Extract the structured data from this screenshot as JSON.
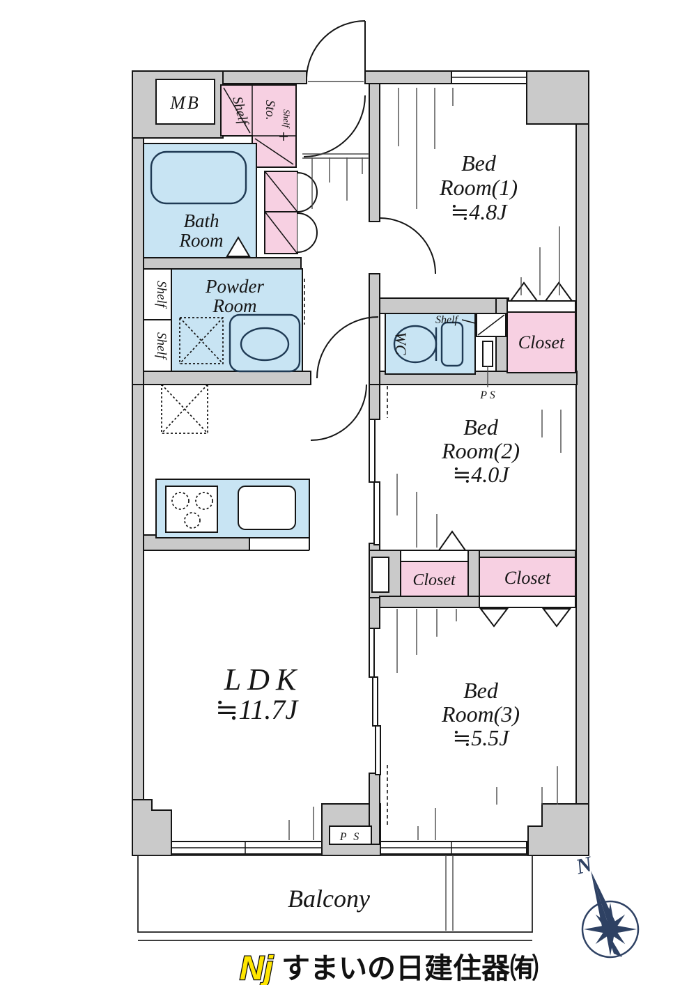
{
  "plan": {
    "mb": "MB",
    "storage": {
      "shelf": "Shelf",
      "sto": "Sto.",
      "shelf_small": "Shelf"
    },
    "bath": {
      "line1": "Bath",
      "line2": "Room"
    },
    "powder": {
      "line1": "Powder",
      "line2": "Room"
    },
    "shelf_col": {
      "top": "Shelf",
      "bottom": "Shelf"
    },
    "wc": {
      "label": "WC",
      "shelf": "Shelf"
    },
    "closet1": "Closet",
    "ps_upper": "P S",
    "bed1": {
      "line1": "Bed",
      "line2": "Room(1)",
      "line3": "≒4.8J"
    },
    "bed2": {
      "line1": "Bed",
      "line2": "Room(2)",
      "line3": "≒4.0J"
    },
    "bed3": {
      "line1": "Bed",
      "line2": "Room(3)",
      "line3": "≒5.5J"
    },
    "closet2": "Closet",
    "closet3": "Closet",
    "ldk": {
      "line1": "LDK",
      "line2": "≒11.7J"
    },
    "ps_lower": "P S",
    "balcony": "Balcony"
  },
  "compass": {
    "north": "N"
  },
  "footer": {
    "badge": "Nj",
    "company": "すまいの日建住器㈲"
  },
  "colors": {
    "wall_gray": "#cacaca",
    "water_blue": "#c8e4f3",
    "storage_pink": "#f7d0e2",
    "fixture_stroke": "#1f3a54",
    "compass_navy": "#2e4163",
    "logo_yellow": "#ffe600"
  }
}
